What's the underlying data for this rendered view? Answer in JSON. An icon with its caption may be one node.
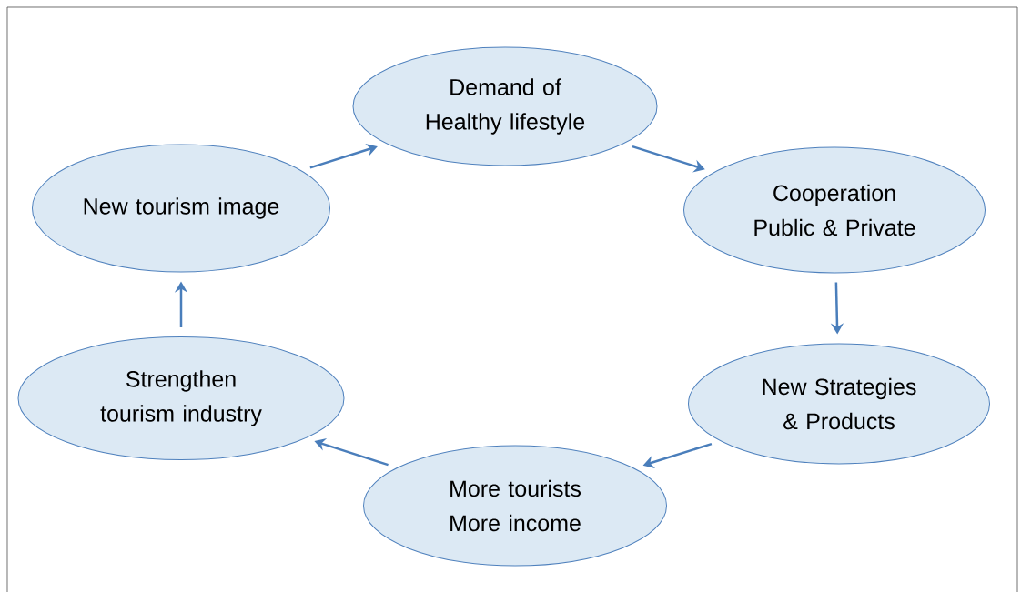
{
  "diagram": {
    "nodes": [
      {
        "text": [
          "Demand of Healthy lifestyle"
        ]
      },
      {
        "text": [
          "Cooperation Public & Private"
        ]
      },
      {
        "text": [
          "New Strategies & Products"
        ]
      },
      {
        "text": [
          "More tourists More income"
        ]
      },
      {
        "text": [
          "Strengthen tourism industry"
        ]
      },
      {
        "text": [
          "New tourism image"
        ]
      }
    ],
    "edges": [
      {
        "from": 0,
        "to": 1,
        "arrow": "to"
      },
      {
        "from": 1,
        "to": 2,
        "arrow": "to"
      },
      {
        "from": 2,
        "to": 3,
        "arrow": "to"
      },
      {
        "from": 3,
        "to": 4,
        "arrow": "to"
      },
      {
        "from": 4,
        "to": 5,
        "arrow": "to"
      },
      {
        "from": 5,
        "to": 0,
        "arrow": "to"
      }
    ]
  }
}
